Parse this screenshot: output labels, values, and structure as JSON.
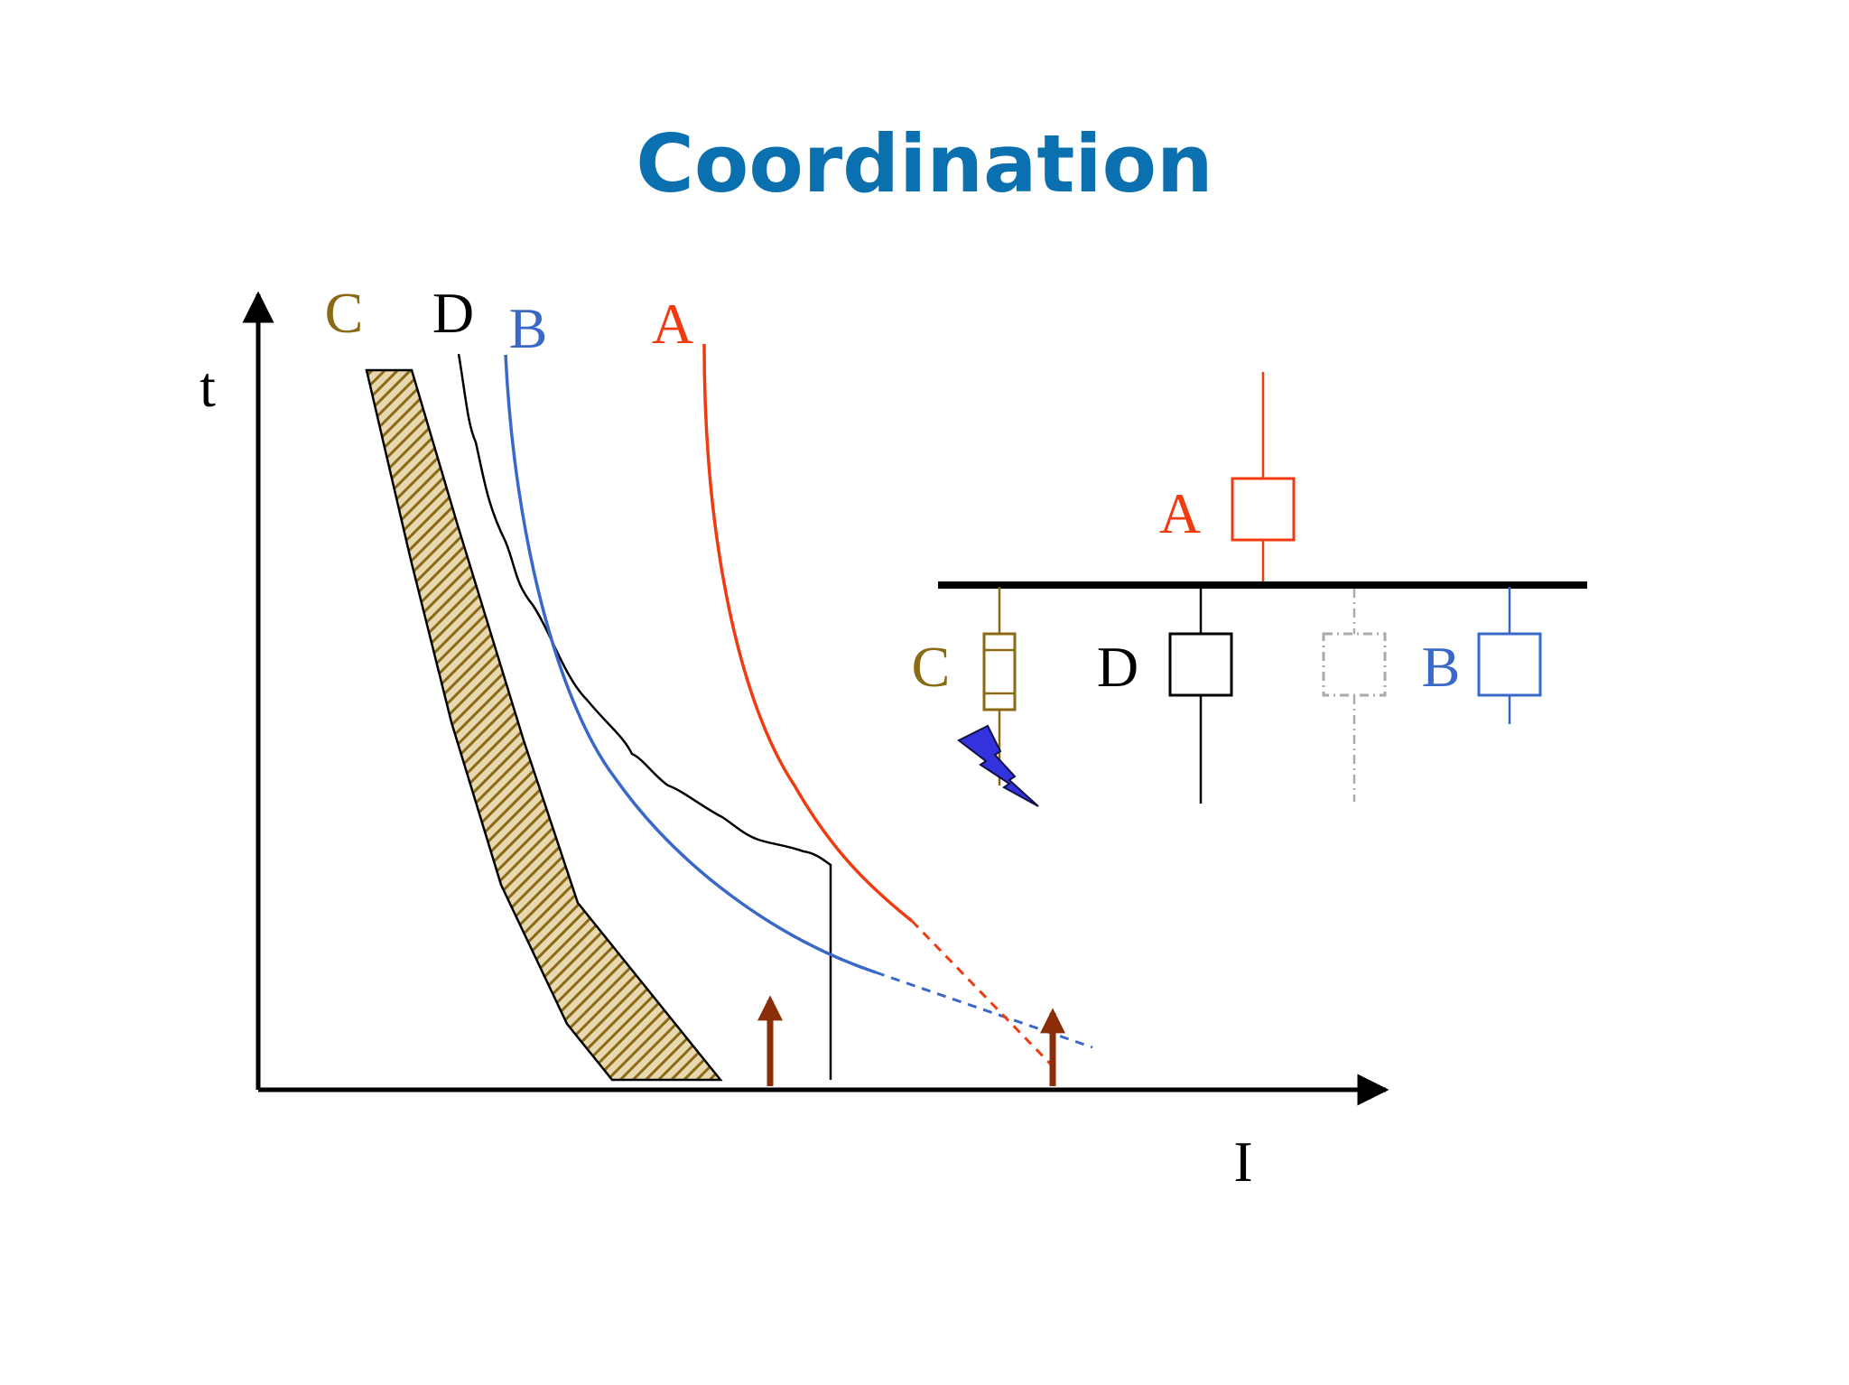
{
  "slide": {
    "title": "Coordination"
  },
  "axes": {
    "y_label": "t",
    "x_label": "I"
  },
  "curves": {
    "c_label": "C",
    "d_label": "D",
    "b_label": "B",
    "a_label": "A"
  },
  "single_line": {
    "a_label": "A",
    "c_label": "C",
    "d_label": "D",
    "b_label": "B"
  },
  "colors": {
    "title": "#0A70B0",
    "curve_a": "#F03A10",
    "curve_b": "#3A68C8",
    "curve_c": "#8A6A14",
    "curve_d": "#000000",
    "hatch_fill": "#E8D8B0",
    "hatch_line": "#8A6A14",
    "fault_arrow": "#8A2E0A",
    "fault_bolt": "#3333DD",
    "disabled_feeder": "#AAAAAA"
  },
  "icons": {
    "fault": "lightning-bolt-icon",
    "fuse": "fuse-icon",
    "breaker": "circuit-breaker-icon"
  }
}
